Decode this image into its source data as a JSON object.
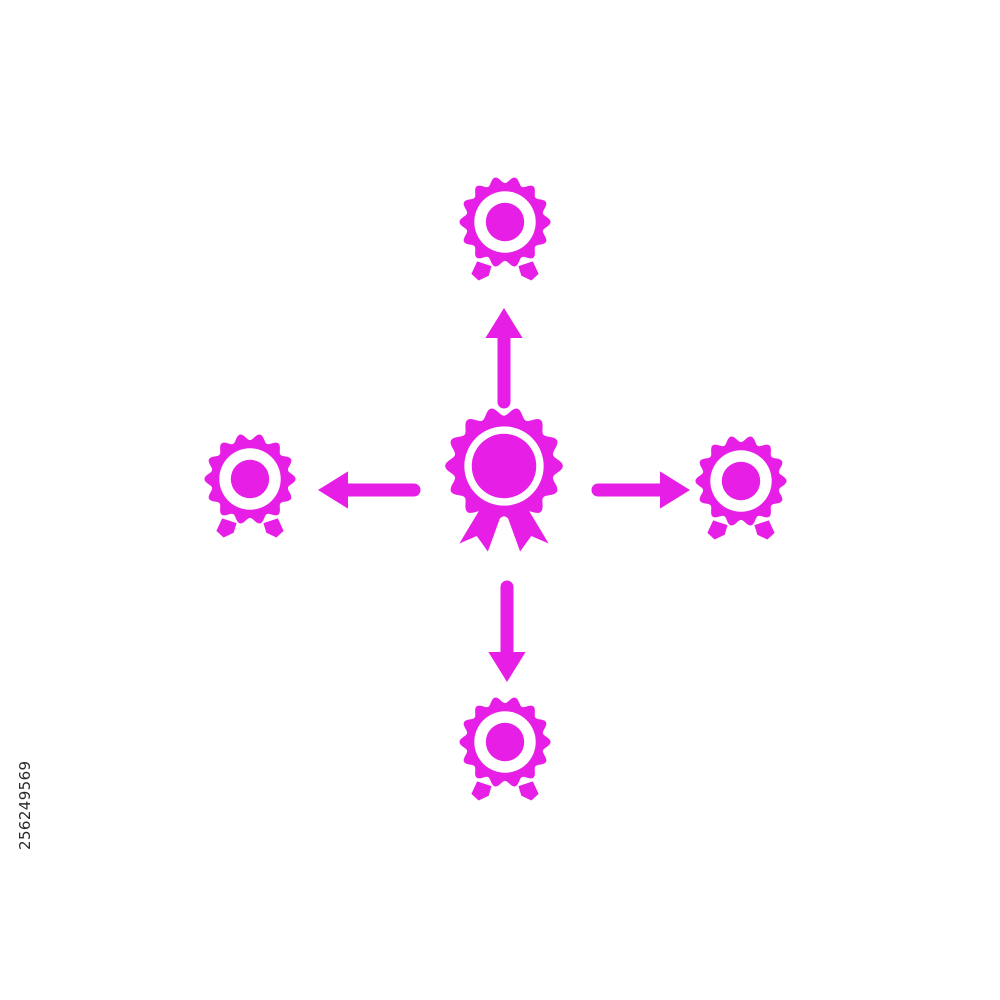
{
  "icon": {
    "name": "award-distribution-icon",
    "accent_color": "#e61ee6",
    "background_color": "#ffffff",
    "center": {
      "name": "award-ribbon-icon"
    },
    "satellites": [
      {
        "name": "award-ribbon-icon-top",
        "arrow": "arrow-up-icon"
      },
      {
        "name": "award-ribbon-icon-left",
        "arrow": "arrow-left-icon"
      },
      {
        "name": "award-ribbon-icon-right",
        "arrow": "arrow-right-icon"
      },
      {
        "name": "award-ribbon-icon-bottom",
        "arrow": "arrow-down-icon"
      }
    ]
  },
  "watermark": {
    "stock_id": "256249569"
  }
}
